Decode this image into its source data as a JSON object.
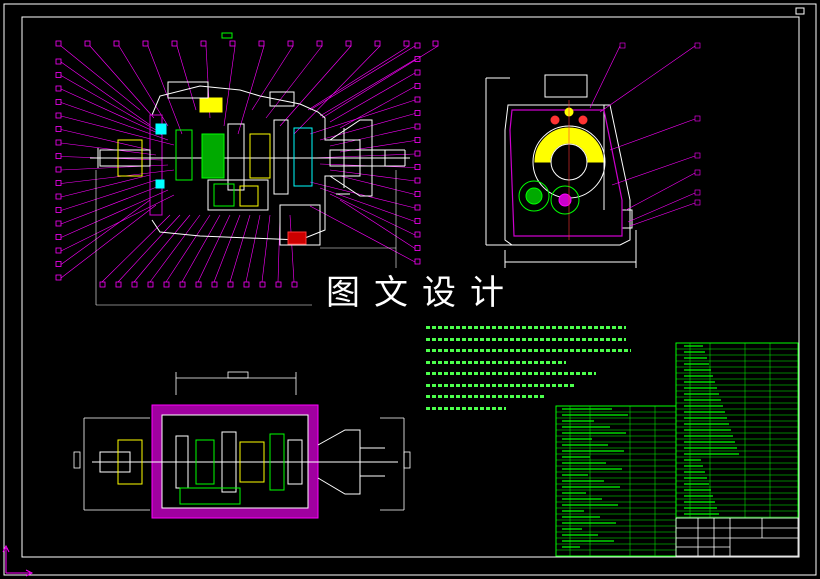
{
  "watermark": "图文设计",
  "colors": {
    "background": "#000000",
    "frame": "#ffffff",
    "leader": "#ff00ff",
    "housing": "#c000c0",
    "part_green": "#00ff00",
    "part_yellow": "#ffff00",
    "part_cyan": "#00ffff",
    "part_red": "#ff3030",
    "note_text": "#4cff4c"
  },
  "views": {
    "main_section": "gearbox-longitudinal-section",
    "side_view": "gearbox-end-section",
    "top_view": "gearbox-plan-section",
    "title_block": "parts-list-and-title-block"
  }
}
